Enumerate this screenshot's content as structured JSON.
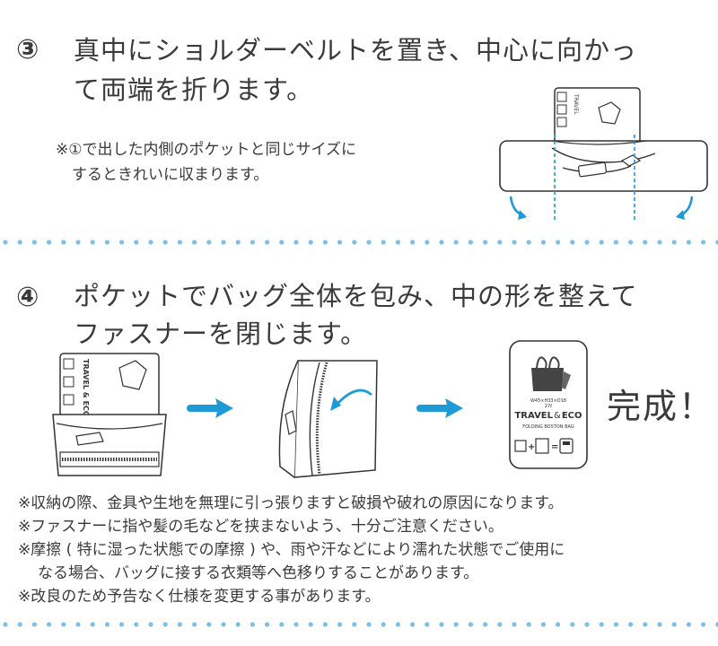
{
  "step3": {
    "number": "③",
    "line1": "真中にショルダーベルトを置き、中心に向かっ",
    "line2": "て両端を折ります。",
    "note_line1": "※①で出した内側のポケットと同じサイズに",
    "note_line2": "するときれいに収まります。"
  },
  "step4": {
    "number": "④",
    "line1": "ポケットでバッグ全体を包み、中の形を整えて",
    "line2": "ファスナーを閉じます。",
    "complete": "完成！"
  },
  "bag_label": {
    "brand": "TRAVEL",
    "amp": "&",
    "brand2": "ECO",
    "subtitle": "FOLDING BOSTON BAG",
    "size": "W45×H33×D18",
    "capacity": "27ℓ"
  },
  "notes": [
    "※収納の際、金具や生地を無理に引っ張りますと破損や破れの原因になります。",
    "※ファスナーに指や髪の毛などを挟まないよう、十分ご注意ください。",
    "※摩擦 ( 特に湿った状態での摩擦 ) や、雨や汗などにより濡れた状態でご使用に",
    "なる場合、バッグに接する衣類等へ色移りすることがあります。",
    "※改良のため予告なく仕様を変更する事があります。"
  ],
  "colors": {
    "accent": "#1e9ad6",
    "dots": "#7fbfe6",
    "line": "#333333"
  }
}
